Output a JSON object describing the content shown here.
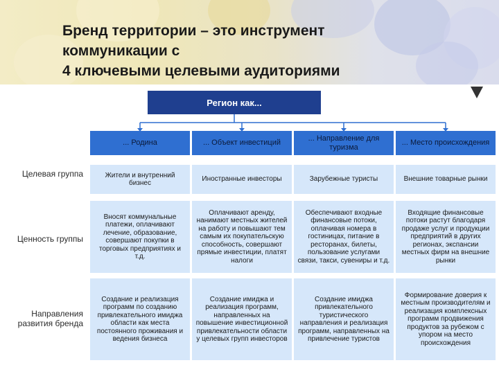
{
  "slide": {
    "title_lines": [
      "Бренд территории – это инструмент",
      "коммуникации с",
      "4 ключевыми целевыми аудиториями"
    ]
  },
  "diagram": {
    "root": "Регион как...",
    "columns": [
      {
        "head": "... Родина",
        "target_group": "Жители и внутренний бизнес",
        "value": "Вносят коммунальные платежи, оплачивают лечение, образование, совершают покупки в торговых предприятиях и т.д.",
        "brand_direction": "Создание и реализация программ по созданию привлекательного имиджа области как места постоянного проживания и ведения бизнеса"
      },
      {
        "head": "... Объект инвестиций",
        "target_group": "Иностранные инвесторы",
        "value": "Оплачивают аренду, нанимают местных жителей на работу и повышают тем самым их покупательскую способность, совершают прямые инвестиции, платят налоги",
        "brand_direction": "Создание имиджа и реализация программ, направленных на повышение инвестиционной привлекательности области у целевых групп инвесторов"
      },
      {
        "head": "... Направление для туризма",
        "target_group": "Зарубежные туристы",
        "value": "Обеспечивают входные финансовые потоки, оплачивая номера в гостиницах, питание в ресторанах, билеты, пользование услугами связи, такси, сувениры и т.д.",
        "brand_direction": "Создание имиджа привлекательного туристического направления и реализация программ, направленных на привлечение туристов"
      },
      {
        "head": "... Место происхождения",
        "target_group": "Внешние товарные рынки",
        "value": "Входящие финансовые потоки растут благодаря продаже услуг и продукции предприятий в других регионах, экспансии местных фирм на внешние рынки",
        "brand_direction": "Формирование доверия к местным производителям и реализация комплексных программ продвижения продуктов за рубежом с упором на место происхождения"
      }
    ],
    "row_labels": {
      "target_group": "Целевая группа",
      "value": "Ценность группы",
      "brand_direction": "Направления развития бренда"
    }
  },
  "colors": {
    "root_fill": "#1f3f8f",
    "head_fill": "#2f6fd1",
    "cell_fill": "#d6e7fa",
    "connector": "#2f6fd1"
  },
  "icons": {
    "navigation": "down-triangle-icon"
  }
}
